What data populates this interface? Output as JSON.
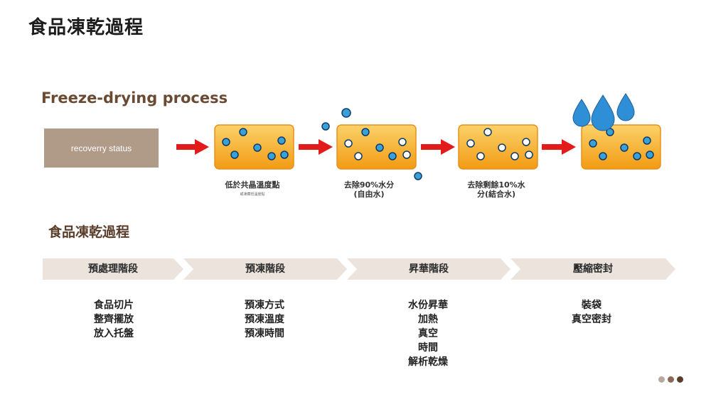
{
  "page": {
    "title": "食品凍乾過程"
  },
  "diagram": {
    "title": "Freeze-drying process",
    "status_label": "recoverry  status",
    "stages": [
      {
        "label_line1": "低於共晶溫度點",
        "label_line2": "",
        "sub": "或凍藏低溫度點"
      },
      {
        "label_line1": "去除90%水分",
        "label_line2": "(自由水)",
        "sub": ""
      },
      {
        "label_line1": "去除剩餘10%水",
        "label_line2": "分(結合水)",
        "sub": ""
      },
      {
        "label_line1": "",
        "label_line2": "",
        "sub": ""
      }
    ],
    "colors": {
      "arrow": "#e21b1b",
      "block": "#f4a51c",
      "block_light": "#fbd26a",
      "bubble": "#3aa0d8",
      "drop": "#2f8fd6"
    }
  },
  "section": {
    "title": "食品凍乾過程"
  },
  "phases": [
    {
      "label": "預處理階段",
      "items": [
        "食品切片",
        "整齊擺放",
        "放入托盤"
      ]
    },
    {
      "label": "預凍階段",
      "items": [
        "預凍方式",
        "預凍溫度",
        "預凍時間"
      ]
    },
    {
      "label": "昇華階段",
      "items": [
        "水份昇華",
        "加熱",
        "真空",
        "時間",
        "解析乾燥"
      ]
    },
    {
      "label": "壓縮密封",
      "items": [
        "裝袋",
        "真空密封"
      ]
    }
  ],
  "pager": {
    "colors": [
      "#b9a99b",
      "#8a6a57",
      "#5a3e2b"
    ]
  }
}
